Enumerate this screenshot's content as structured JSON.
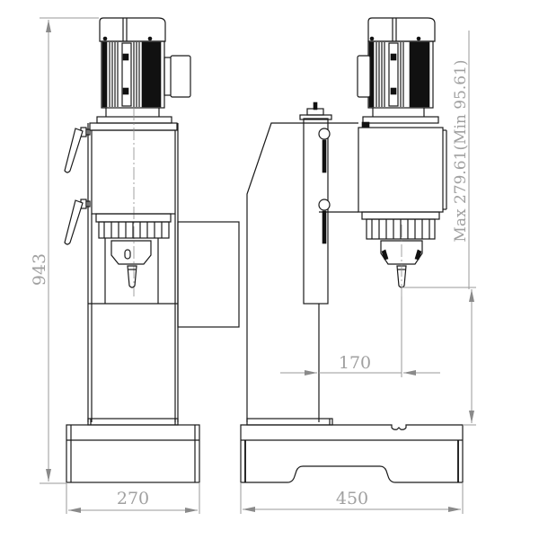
{
  "drawing": {
    "type": "technical drawing - tapping/drilling machine, front and side elevation",
    "views": [
      "front-view",
      "side-view"
    ],
    "colors": {
      "outline": "#1a1a1a",
      "dimension": "#9a9a9a",
      "dimension_text": "#a0a0a0",
      "background": "#ffffff"
    }
  },
  "dimensions": {
    "total_height": "943",
    "front_base_width": "270",
    "side_base_width": "450",
    "throat_depth": "170",
    "stroke_range": "Max 279.61(Min 95.61)"
  }
}
